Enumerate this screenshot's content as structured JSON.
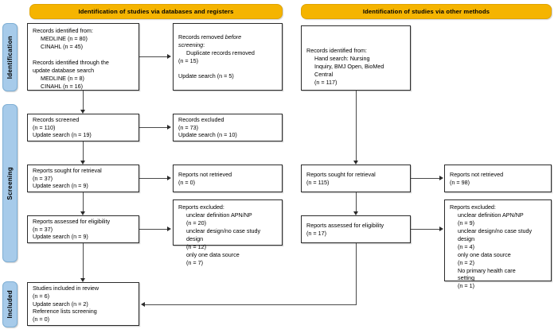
{
  "diagram": {
    "title": "PRISMA 2020 flow diagram",
    "colors": {
      "header_fill": "#F5B400",
      "stage_fill": "#A7CBEA",
      "box_border": "#2b2b2b",
      "connector": "#4a4a4a",
      "background": "#ffffff"
    }
  },
  "columns": {
    "left_header": "Identification of studies via databases and registers",
    "right_header": "Identification of studies via other methods"
  },
  "stages": [
    {
      "key": "identification",
      "label": "Identification"
    },
    {
      "key": "screening",
      "label": "Screening"
    },
    {
      "key": "included",
      "label": "Included"
    }
  ],
  "boxes": {
    "records_identified": {
      "name": "records-identified-from",
      "text": "Records identified from:\n     MEDLINE (n = 80)\n     CINAHL (n = 45)\n\nRecords identified through the\nupdate database search\n     MEDLINE (n = 8)\n     CINAHL (n = 16)"
    },
    "records_removed": {
      "name": "records-removed-before-screening",
      "line1": "Records removed ",
      "line1_italic": "before",
      "line2_italic": "screening",
      "line2_rest": ":",
      "rest": "     Duplicate records removed\n(n = 15)\n\nUpdate search (n = 5)"
    },
    "records_screened": {
      "name": "records-screened",
      "text": "Records screened\n(n = 110)\nUpdate search (n = 19)"
    },
    "records_excluded": {
      "name": "records-excluded",
      "text": "Records excluded\n(n = 73)\nUpdate search (n = 10)"
    },
    "reports_sought_left": {
      "name": "reports-sought-for-retrieval-left",
      "text": "Reports sought for retrieval\n(n = 37)\nUpdate search (n = 9)"
    },
    "reports_not_retrieved_left": {
      "name": "reports-not-retrieved-left",
      "text": "Reports not retrieved\n(n = 0)"
    },
    "reports_assessed_left": {
      "name": "reports-assessed-for-eligibility-left",
      "text": "Reports assessed for eligibility\n(n = 37)\nUpdate search (n = 9)"
    },
    "reports_excluded_left": {
      "name": "reports-excluded-left",
      "text": "Reports excluded:\n     unclear definition APN/NP\n     (n = 20)\n     unclear design/no case study\n     design\n     (n = 12)\n     only one data source\n     (n = 7)"
    },
    "studies_included": {
      "name": "studies-included-in-review",
      "text": "Studies included in review\n(n = 6)\nUpdate search (n = 2)\nReference lists screening\n(n = 0)"
    },
    "records_identified_other": {
      "name": "records-identified-other-methods",
      "text": "Records identified from:\n     Hand search: Nursing\n     Inquiry, BMJ Open, BioMed\n     Central\n     (n = 117)"
    },
    "reports_sought_right": {
      "name": "reports-sought-for-retrieval-right",
      "text": "Reports sought for retrieval\n(n = 115)"
    },
    "reports_not_retrieved_right": {
      "name": "reports-not-retrieved-right",
      "text": "Reports not retrieved\n(n = 98)"
    },
    "reports_assessed_right": {
      "name": "reports-assessed-for-eligibility-right",
      "text": "Reports assessed for eligibility\n(n = 17)"
    },
    "reports_excluded_right": {
      "name": "reports-excluded-right",
      "text": "Reports excluded:\n     unclear definition APN/NP\n     (n = 9)\n     unclear design/no case study\n     design\n     (n = 4)\n     only one data source\n     (n = 2)\n     No primary health care\n     setting\n     (n = 1)"
    }
  }
}
